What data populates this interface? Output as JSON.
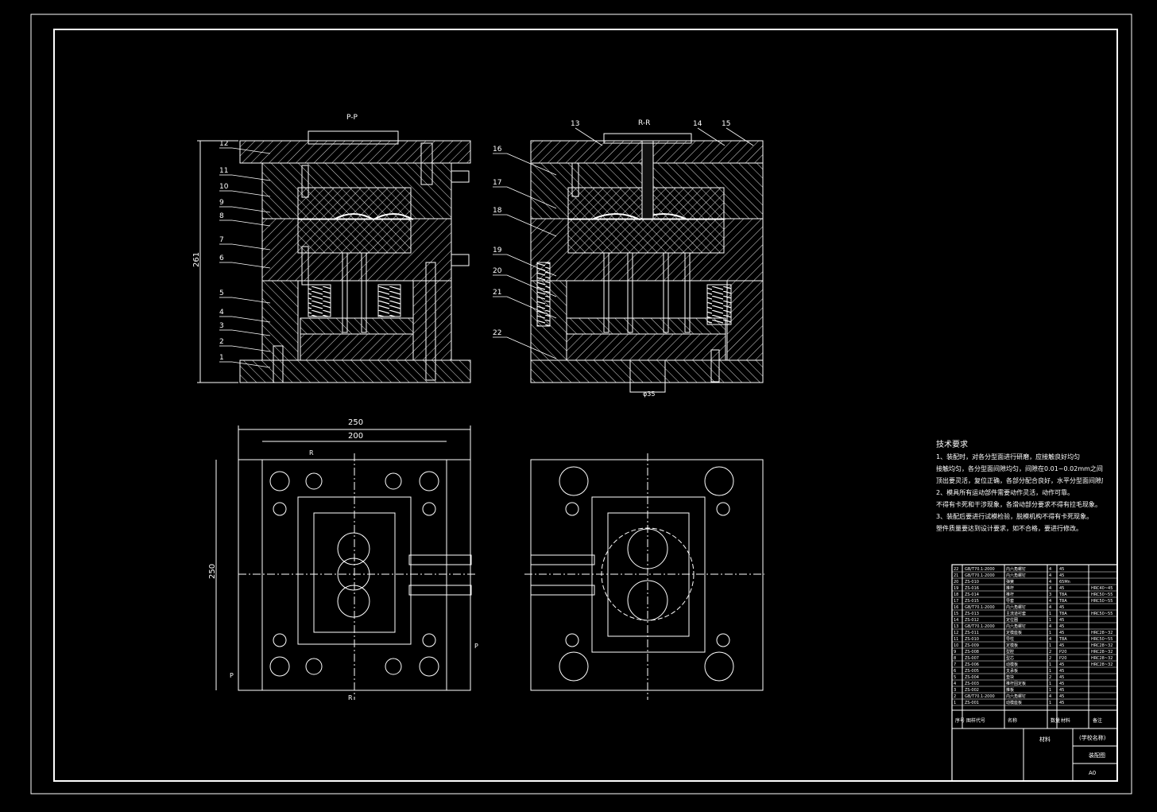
{
  "drawing": {
    "section_pp_title": "P-P",
    "section_rr_title": "R-R",
    "dim_height": "261",
    "dim_width_outer": "250",
    "dim_width_inner": "200",
    "dim_plan_height": "250",
    "sprue_dim": "φ35",
    "sec_marks": {
      "r": "R",
      "p": "P"
    },
    "part_numbers_left": [
      "12",
      "11",
      "10",
      "9",
      "8",
      "7",
      "6",
      "5",
      "4",
      "3",
      "2",
      "1"
    ],
    "part_numbers_right": [
      "13",
      "14",
      "15",
      "16",
      "17",
      "18",
      "19",
      "20",
      "21",
      "22"
    ]
  },
  "notes": {
    "title": "技术要求",
    "lines": [
      "1、装配时，对各分型面进行研磨，应接触良好均匀",
      "接触均匀，各分型面间隙均匀，间隙在0.01~0.02mm之间",
      "顶出要灵活，复位正确，各部分配合良好，水平分型面间隙应均匀。",
      "2、模具所有运动部件需要动作灵活，动作可靠。",
      "不得有卡死和干涉现象，各滑动部分要求不得有拉毛现象。",
      "3、装配后要进行试模检验，脱模机构不得有卡死现象。",
      "塑件质量要达到设计要求，如不合格，要进行修改。"
    ]
  },
  "bom": {
    "rows": [
      [
        "22",
        "GB/T70.1-2000",
        "内六角螺钉",
        "4",
        "45",
        ""
      ],
      [
        "21",
        "GB/T70.1-2000",
        "内六角螺钉",
        "4",
        "45",
        ""
      ],
      [
        "20",
        "ZS-010",
        "弹簧",
        "4",
        "65Mn",
        ""
      ],
      [
        "19",
        "ZS-016",
        "推杆",
        "4",
        "45",
        "HRC40~45"
      ],
      [
        "18",
        "ZS-014",
        "推杆",
        "3",
        "T8A",
        "HRC50~55"
      ],
      [
        "17",
        "ZS-015",
        "导套",
        "4",
        "T8A",
        "HRC50~55"
      ],
      [
        "16",
        "GB/T70.1-2000",
        "内六角螺钉",
        "4",
        "45",
        ""
      ],
      [
        "15",
        "ZS-013",
        "主流道衬套",
        "1",
        "T8A",
        "HRC50~55"
      ],
      [
        "14",
        "ZS-012",
        "定位圈",
        "1",
        "45",
        ""
      ],
      [
        "13",
        "GB/T70.1-2000",
        "内六角螺钉",
        "4",
        "45",
        ""
      ],
      [
        "12",
        "ZS-011",
        "定模座板",
        "1",
        "45",
        "HRC28~32"
      ],
      [
        "11",
        "ZS-010",
        "导柱",
        "4",
        "T8A",
        "HRC50~55"
      ],
      [
        "10",
        "ZS-009",
        "定模板",
        "1",
        "45",
        "HRC28~32"
      ],
      [
        "9",
        "ZS-008",
        "型腔",
        "2",
        "P20",
        "HRC28~32"
      ],
      [
        "8",
        "ZS-007",
        "型芯",
        "2",
        "P20",
        "HRC28~32"
      ],
      [
        "7",
        "ZS-006",
        "动模板",
        "1",
        "45",
        "HRC28~32"
      ],
      [
        "6",
        "ZS-005",
        "支承板",
        "1",
        "45",
        ""
      ],
      [
        "5",
        "ZS-004",
        "垫块",
        "2",
        "45",
        ""
      ],
      [
        "4",
        "ZS-003",
        "推杆固定板",
        "1",
        "45",
        ""
      ],
      [
        "3",
        "ZS-002",
        "推板",
        "1",
        "45",
        ""
      ],
      [
        "2",
        "GB/T70.1-2000",
        "内六角螺钉",
        "4",
        "45",
        ""
      ],
      [
        "1",
        "ZS-001",
        "动模座板",
        "1",
        "45",
        ""
      ]
    ],
    "header": [
      "序号",
      "图样代号",
      "名称",
      "数量",
      "材料",
      "备注"
    ],
    "title_material": "材料",
    "title_unit": "(学校名称)",
    "title_name": "装配图",
    "title_sheet": "A0"
  }
}
